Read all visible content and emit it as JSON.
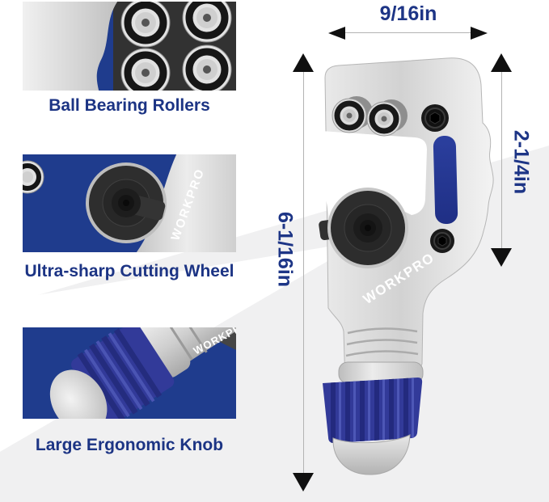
{
  "brand": "WORKPRO",
  "features": [
    {
      "label": "Ball Bearing Rollers"
    },
    {
      "label": "Ultra-sharp Cutting Wheel"
    },
    {
      "label": "Large Ergonomic Knob"
    }
  ],
  "dimensions": {
    "jaw_width": "9/16in",
    "handle_height": "2-1/4in",
    "total_height": "6-1/16in"
  },
  "colors": {
    "panel_blue": "#1f3c8d",
    "label_navy": "#1c3484",
    "dimension_navy": "#1d3586",
    "knob_blue": "#323a99",
    "inlay_blue": "#2b3f9e",
    "arrow_black": "#101010",
    "arrow_line_gray": "#b3b3b3",
    "background_wedge_gray": "#f0f0f1",
    "tool_silver": "#d9d9d9"
  }
}
